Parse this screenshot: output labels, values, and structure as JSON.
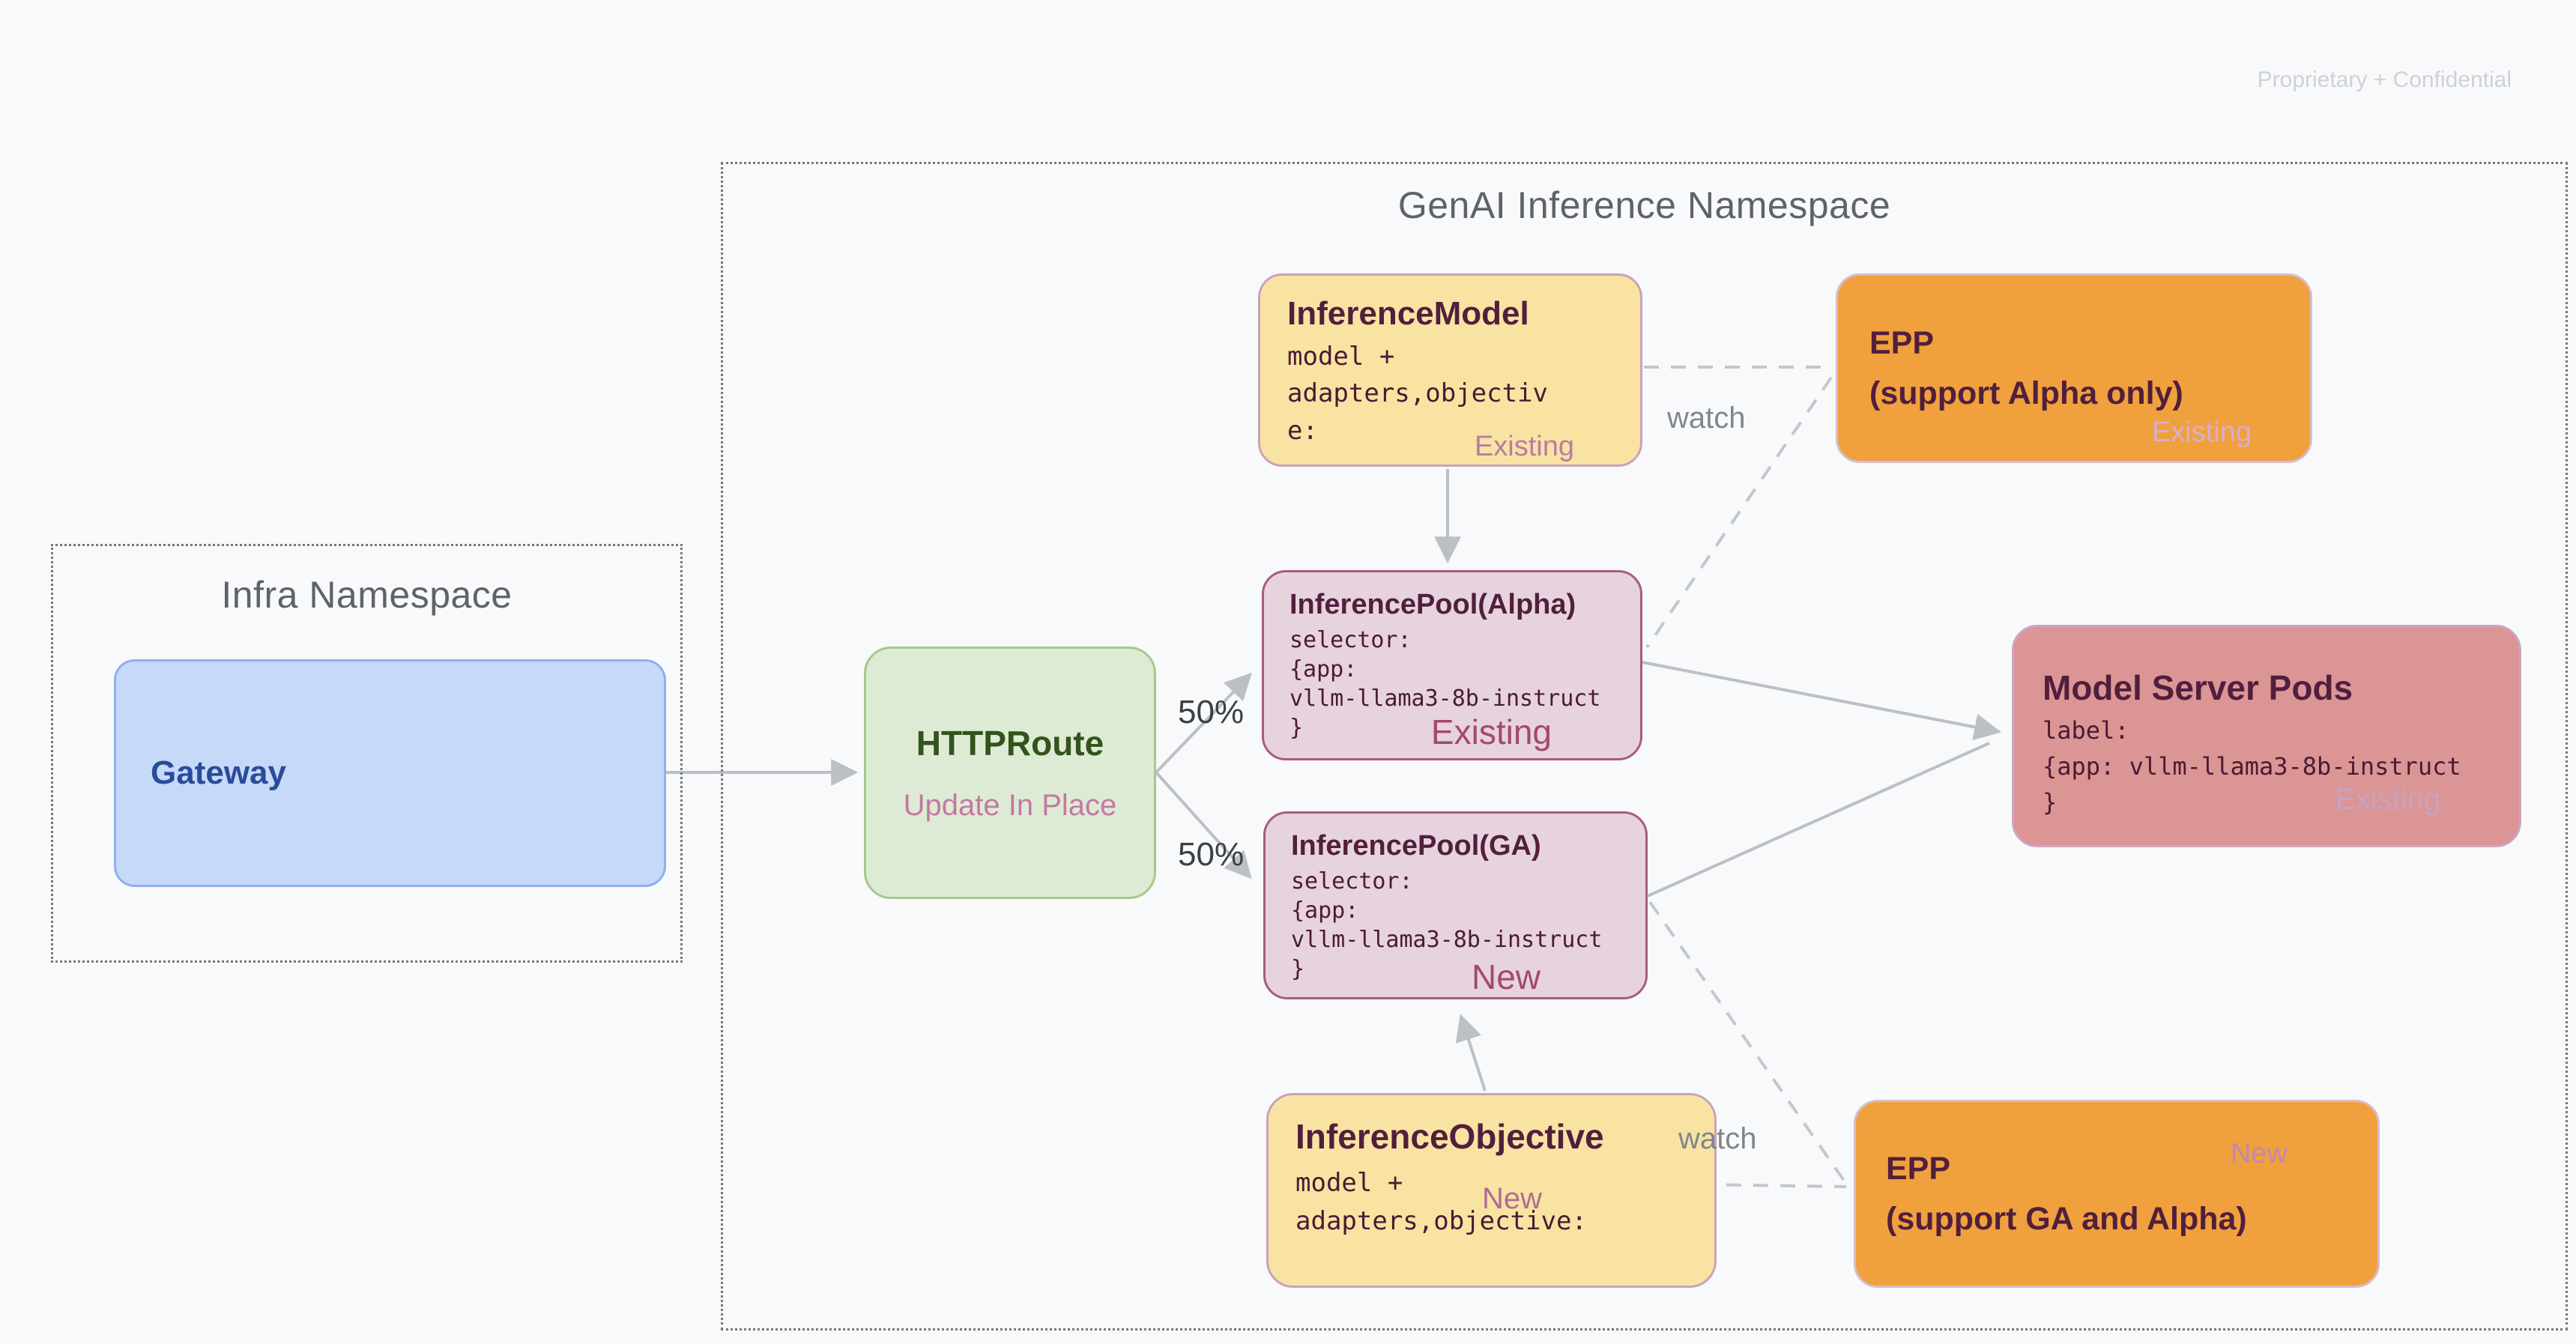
{
  "page": {
    "watermark": "Proprietary + Confidential",
    "background_color": "#f8f9fa"
  },
  "namespaces": {
    "infra": {
      "title": "Infra Namespace"
    },
    "genai": {
      "title": "GenAI Inference Namespace"
    }
  },
  "nodes": {
    "gateway": {
      "title": "Gateway"
    },
    "httproute": {
      "title": "HTTPRoute",
      "subtitle": "Update In Place"
    },
    "inference_model": {
      "title": "InferenceModel",
      "code": "model +\nadapters,objectiv\ne:",
      "status": "Existing"
    },
    "epp_alpha": {
      "title": "EPP\n(support Alpha only)",
      "status": "Existing"
    },
    "inference_pool_alpha": {
      "title": "InferencePool(Alpha)",
      "code": "selector:\n{app:\nvllm-llama3-8b-instruct\n}",
      "status": "Existing"
    },
    "inference_pool_ga": {
      "title": "InferencePool(GA)",
      "code": "selector:\n{app:\nvllm-llama3-8b-instruct\n}",
      "status": "New"
    },
    "model_server_pods": {
      "title": "Model Server Pods",
      "code": "label:\n{app: vllm-llama3-8b-instruct\n}",
      "status": "Existing"
    },
    "inference_objective": {
      "title": "InferenceObjective",
      "code": "model +\nadapters,objective:",
      "status": "New"
    },
    "epp_ga": {
      "title": "EPP\n(support GA and Alpha)",
      "status": "New"
    }
  },
  "edge_labels": {
    "watch_top": "watch",
    "watch_bottom": "watch",
    "split_top": "50%",
    "split_bottom": "50%"
  },
  "colors": {
    "yellow_fill": "#f8e3a2",
    "orange_fill": "#f0a13d",
    "pool_fill": "#e7d3dd",
    "pods_fill": "#dc9595",
    "green_fill": "#deebd4",
    "blue_fill": "#c6d9f8",
    "title_maroon": "#511f3d",
    "status_rose": "#a4486f",
    "status_mauve": "#b87da3",
    "connector_gray": "#bcc0c4",
    "namespace_text": "#5f6368"
  }
}
